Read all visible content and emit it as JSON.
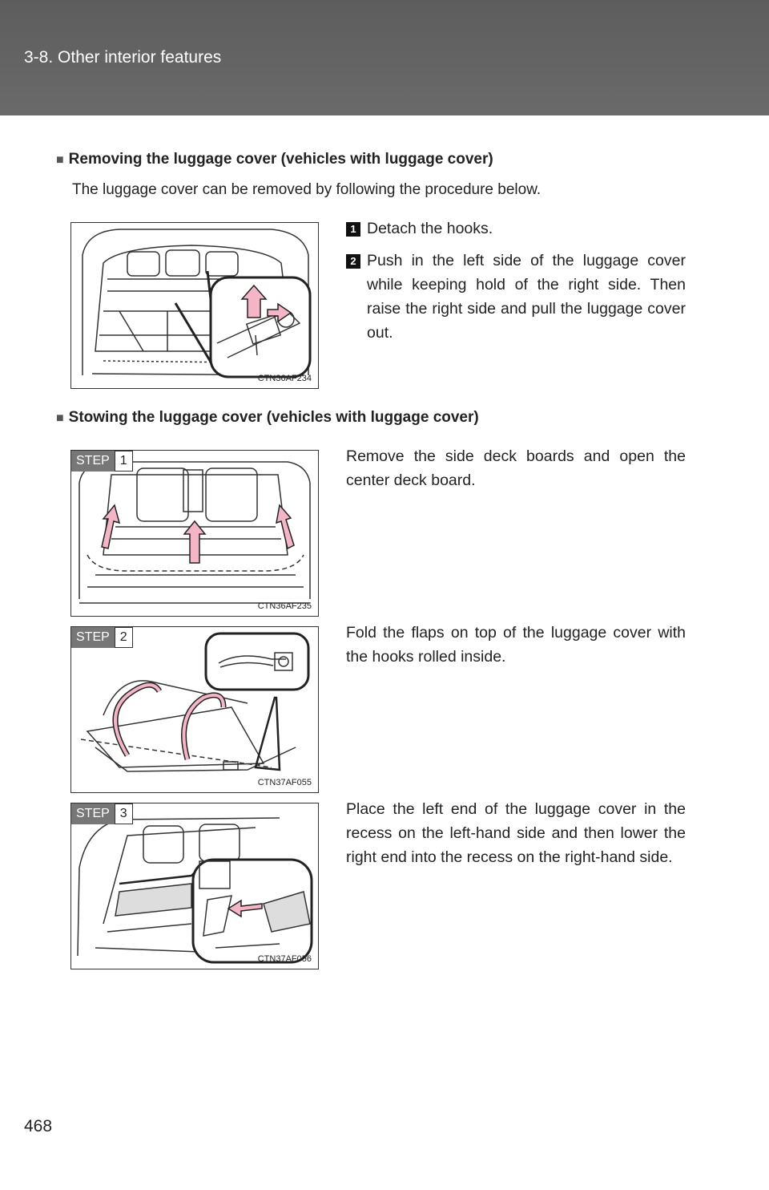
{
  "header": {
    "title": "3-8. Other interior features"
  },
  "section_removing": {
    "heading": "Removing the luggage cover (vehicles with luggage cover)",
    "intro": "The luggage cover can be removed by following the procedure below.",
    "items": [
      {
        "number": "1",
        "text": "Detach the hooks."
      },
      {
        "number": "2",
        "text": "Push in the left side of the luggage cover while keeping hold of the right side. Then raise the right side and pull the luggage cover out."
      }
    ],
    "figure_code": "CTN36AF234"
  },
  "section_stowing": {
    "heading": "Stowing the luggage cover (vehicles with luggage cover)",
    "steps": [
      {
        "label": "STEP",
        "number": "1",
        "text": "Remove the side deck boards and open the center deck board.",
        "figure_code": "CTN36AF235"
      },
      {
        "label": "STEP",
        "number": "2",
        "text": "Fold the flaps on top of the luggage cover with the hooks rolled inside.",
        "figure_code": "CTN37AF055"
      },
      {
        "label": "STEP",
        "number": "3",
        "text": "Place the left end of the luggage cover in the recess on the left-hand side and then lower the right end into the recess on the right-hand side.",
        "figure_code": "CTN37AF056"
      }
    ]
  },
  "page_number": "468",
  "colors": {
    "header_band": "#636363",
    "arrow_fill": "#f4b6c6",
    "arrow_stroke": "#222222"
  }
}
